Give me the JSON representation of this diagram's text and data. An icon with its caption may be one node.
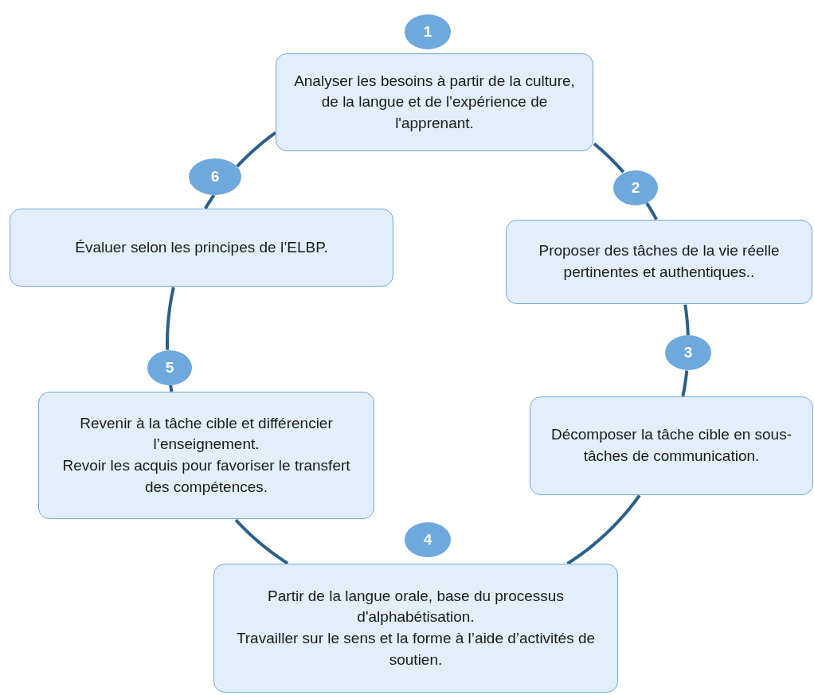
{
  "diagram": {
    "nodes": [
      {
        "text": [
          "1"
        ]
      },
      {
        "text": [
          "Analyser les besoins à partir de la culture, de la langue et de l'expérience de l'apprenant."
        ]
      },
      {
        "text": [
          "6"
        ]
      },
      {
        "text": [
          "2"
        ]
      },
      {
        "text": [
          "Évaluer selon les principes de l’ELBP."
        ]
      },
      {
        "text": [
          "Proposer des tâches de la vie réelle pertinentes et authentiques.."
        ]
      },
      {
        "text": [
          "3"
        ]
      },
      {
        "text": [
          "5"
        ]
      },
      {
        "text": [
          "Revenir à la tâche cible et différencier l’enseignement.",
          "Revoir les acquis pour favoriser le transfert des compétences."
        ]
      },
      {
        "text": [
          "Décomposer la tâche cible en sous-tâches de communication."
        ]
      },
      {
        "text": [
          "4"
        ]
      },
      {
        "text": [
          "Partir de la langue orale, base du processus d'alphabétisation.",
          "Travailler sur le sens et la forme à l’aide d’activités de soutien."
        ]
      }
    ],
    "edges": [
      {
        "from": 1,
        "to": 3,
        "arrow": "none"
      },
      {
        "from": 3,
        "to": 5,
        "arrow": "none"
      },
      {
        "from": 5,
        "to": 6,
        "arrow": "none"
      },
      {
        "from": 6,
        "to": 9,
        "arrow": "none"
      },
      {
        "from": 9,
        "to": 11,
        "arrow": "none"
      },
      {
        "from": 11,
        "to": 8,
        "arrow": "none"
      },
      {
        "from": 8,
        "to": 7,
        "arrow": "none"
      },
      {
        "from": 7,
        "to": 4,
        "arrow": "none"
      },
      {
        "from": 4,
        "to": 2,
        "arrow": "none"
      },
      {
        "from": 2,
        "to": 1,
        "arrow": "none"
      }
    ]
  }
}
